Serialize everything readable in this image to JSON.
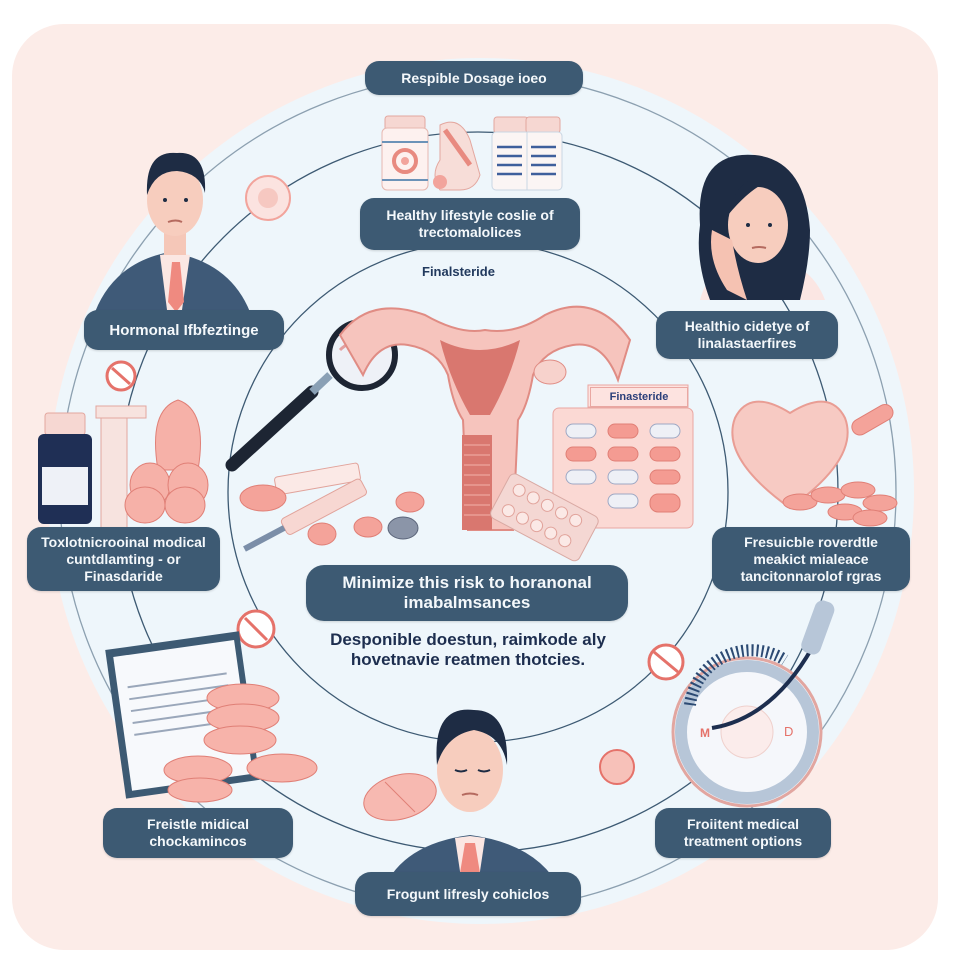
{
  "infographic": {
    "topic": "Finalsteride",
    "center_label": "Finalsteride",
    "colors": {
      "background": "#ffffff",
      "card": "#fcece8",
      "circle": "#eef6fb",
      "pill_bg": "#3d5a73",
      "pill_text": "#f4f8fb",
      "accent_pink": "#f2a49c",
      "line": "#3d5a73",
      "text_dark": "#1d2e4f"
    },
    "labels": {
      "top": "Respible Dosage ioeo",
      "top_sub": "Healthy lifestyle coslie of trectomalolices",
      "left_upper": "Hormonal Ifbfeztinge",
      "right_upper": "Healthio cidetye of linalastaerfires",
      "left_mid": "Toxlotnicrooinal modical cuntdlamting - or Finasdaride",
      "right_mid": "Fresuicble roverdtle meakict mialeace tancitonnarolof rgras",
      "center_main": "Minimize this risk to horanonal imabalmsances",
      "center_sub": "Desponible doestun, raimkode aly hovetnavie reatmen thotcies.",
      "left_bottom": "Freistle midical chockamincos",
      "right_bottom": "Froiitent medical treatment options",
      "bottom": "Frogunt lifresly cohiclos"
    },
    "drug_box_label": "Finasteride",
    "gauge": {
      "left_mark": "M",
      "right_mark": "D"
    },
    "icons": [
      "person-man-icon",
      "person-woman-icon",
      "medicine-bottle-icon",
      "pill-bottle-icon",
      "magnifying-glass-icon",
      "uterus-icon",
      "blister-pack-icon",
      "syringe-icon",
      "pill-icon",
      "heart-icon",
      "no-symbol-icon",
      "clipboard-icon",
      "gauge-icon",
      "stethoscope-icon"
    ]
  }
}
